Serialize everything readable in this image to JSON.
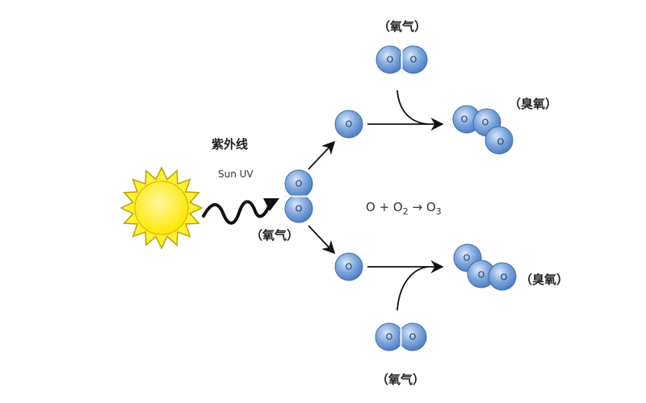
{
  "labels": {
    "uv_cn": "紫外线",
    "uv_en": "Sun UV",
    "oxygen_center": "（氧气）",
    "oxygen_top": "（氧气）",
    "oxygen_bottom": "（氧气）",
    "ozone_top": "（臭氧）",
    "ozone_bottom": "（臭氧）"
  },
  "atom_symbol": "O",
  "equation": {
    "left": "O + O",
    "sub1": "2",
    "arrow": " → O",
    "sub2": "3"
  },
  "colors": {
    "sun_fill": "#ffee33",
    "sun_stroke": "#b8a400",
    "atom_fill": "#6f9bd8",
    "atom_light": "#c9dcf5",
    "atom_stroke": "#3f6fb0",
    "arrow": "#111111"
  }
}
